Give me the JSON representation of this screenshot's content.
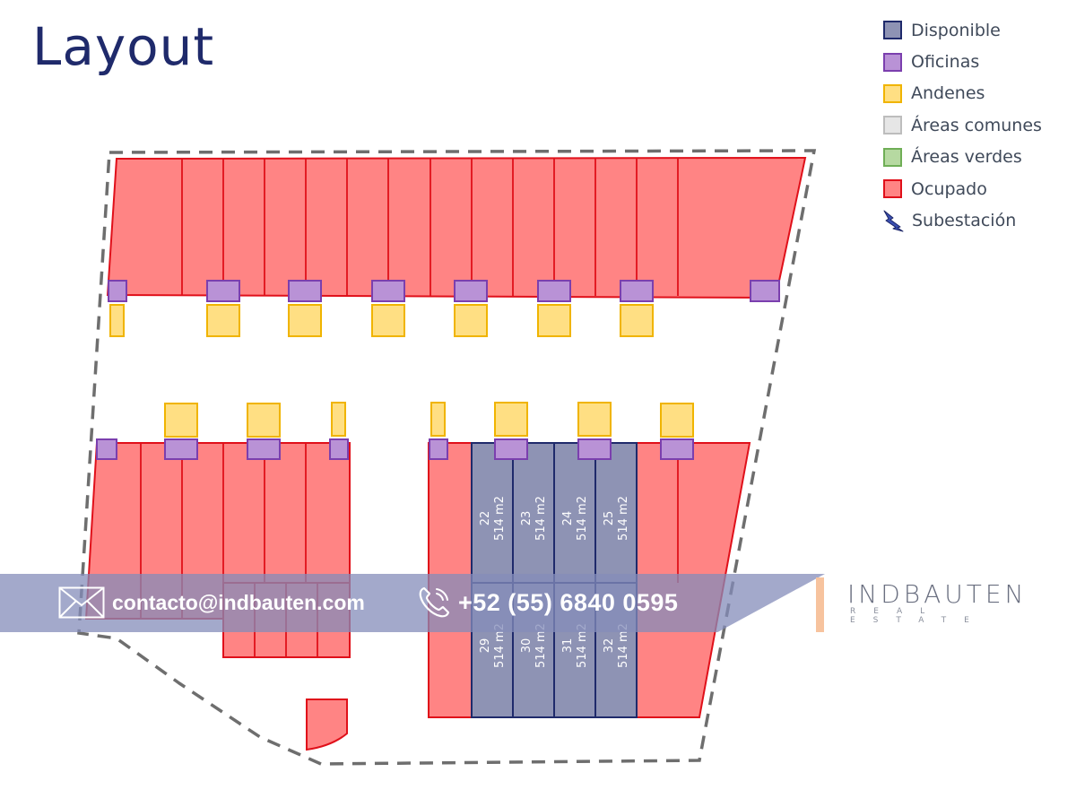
{
  "page": {
    "title": "Layout"
  },
  "legend": [
    {
      "key": "disponible",
      "label": "Disponible",
      "fill": "#8e93b4",
      "stroke": "#1f2a6b"
    },
    {
      "key": "oficinas",
      "label": "Oficinas",
      "fill": "#b992d6",
      "stroke": "#7b3fae"
    },
    {
      "key": "andenes",
      "label": "Andenes",
      "fill": "#ffdf83",
      "stroke": "#f0b400"
    },
    {
      "key": "comunes",
      "label": "Áreas comunes",
      "fill": "#e6e6e6",
      "stroke": "#bdbdbd"
    },
    {
      "key": "verdes",
      "label": "Áreas verdes",
      "fill": "#b6d9a1",
      "stroke": "#6fae56"
    },
    {
      "key": "ocupado",
      "label": "Ocupado",
      "fill": "#ff8484",
      "stroke": "#e0101a"
    },
    {
      "key": "subestacion",
      "label": "Subestación",
      "icon": "lightning-bolt-icon",
      "fill": "#3a4fb0",
      "stroke": "#1b2466"
    }
  ],
  "available_units": [
    {
      "number": "22",
      "area": "514 m2"
    },
    {
      "number": "23",
      "area": "514 m2"
    },
    {
      "number": "24",
      "area": "514 m2"
    },
    {
      "number": "25",
      "area": "514 m2"
    },
    {
      "number": "29",
      "area": "514 m2"
    },
    {
      "number": "30",
      "area": "514 m2"
    },
    {
      "number": "31",
      "area": "514 m2"
    },
    {
      "number": "32",
      "area": "514 m2"
    }
  ],
  "contact": {
    "email": "contacto@indbauten.com",
    "phone": "+52 (55) 6840 0595",
    "email_icon": "envelope-icon",
    "phone_icon": "phone-icon"
  },
  "brand": {
    "name": "INDBAUTEN",
    "tagline": "REAL ESTATE"
  }
}
